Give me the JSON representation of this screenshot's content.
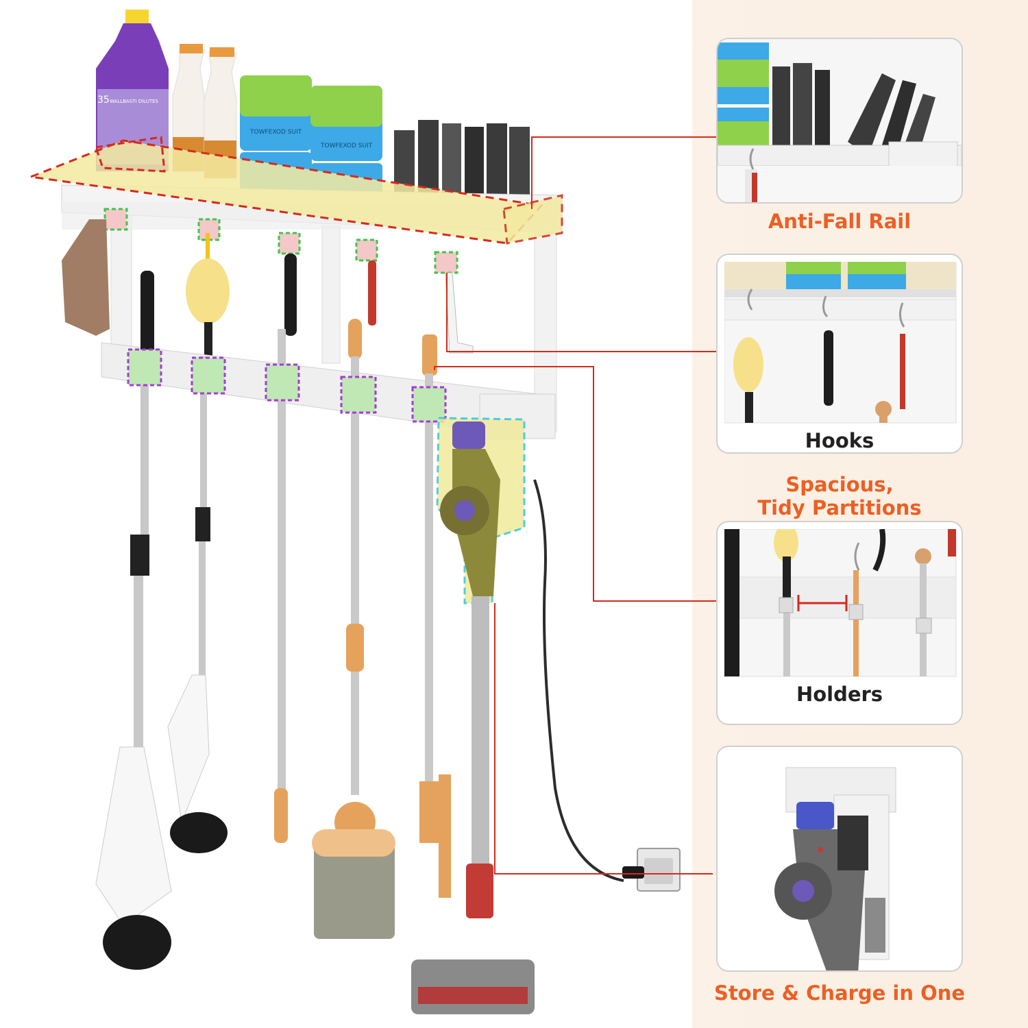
{
  "features": {
    "anti_fall_rail": "Anti-Fall Rail",
    "hooks": "Hooks",
    "spacious_partitions_line1": "Spacious,",
    "spacious_partitions_line2": "Tidy Partitions",
    "holders": "Holders",
    "store_charge": "Store & Charge in One"
  },
  "product_labels": {
    "bottle_size": "35",
    "bottle_brand": "WALLBASTI DILUTES",
    "box_label": "TOWFEXOD SUIT"
  },
  "colors": {
    "accent_orange": "#ec5f24",
    "connector_red": "#d42a1c",
    "rail_highlight": "#f3eaa0",
    "hook_highlight_green": "#3ec64a",
    "holder_highlight_purple": "#a63ad8",
    "charger_highlight_cyan": "#2fc6d8",
    "panel_bg": "#fbf1e6"
  }
}
